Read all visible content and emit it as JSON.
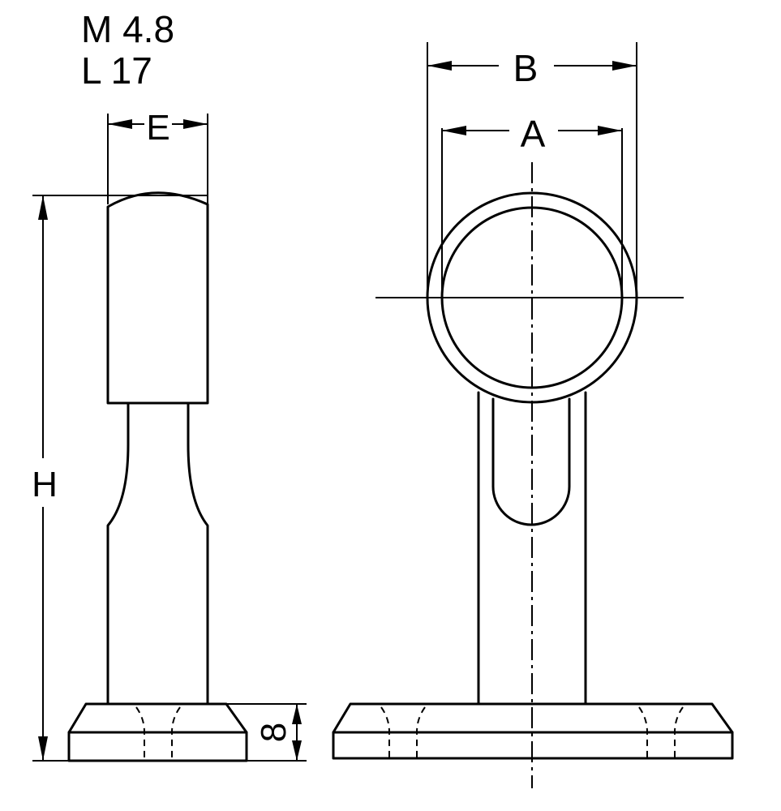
{
  "spec": {
    "line1": "M 4.8",
    "line2": "L 17"
  },
  "dimensions": {
    "b": "B",
    "a": "A",
    "e": "E",
    "h": "H",
    "base": "8"
  }
}
